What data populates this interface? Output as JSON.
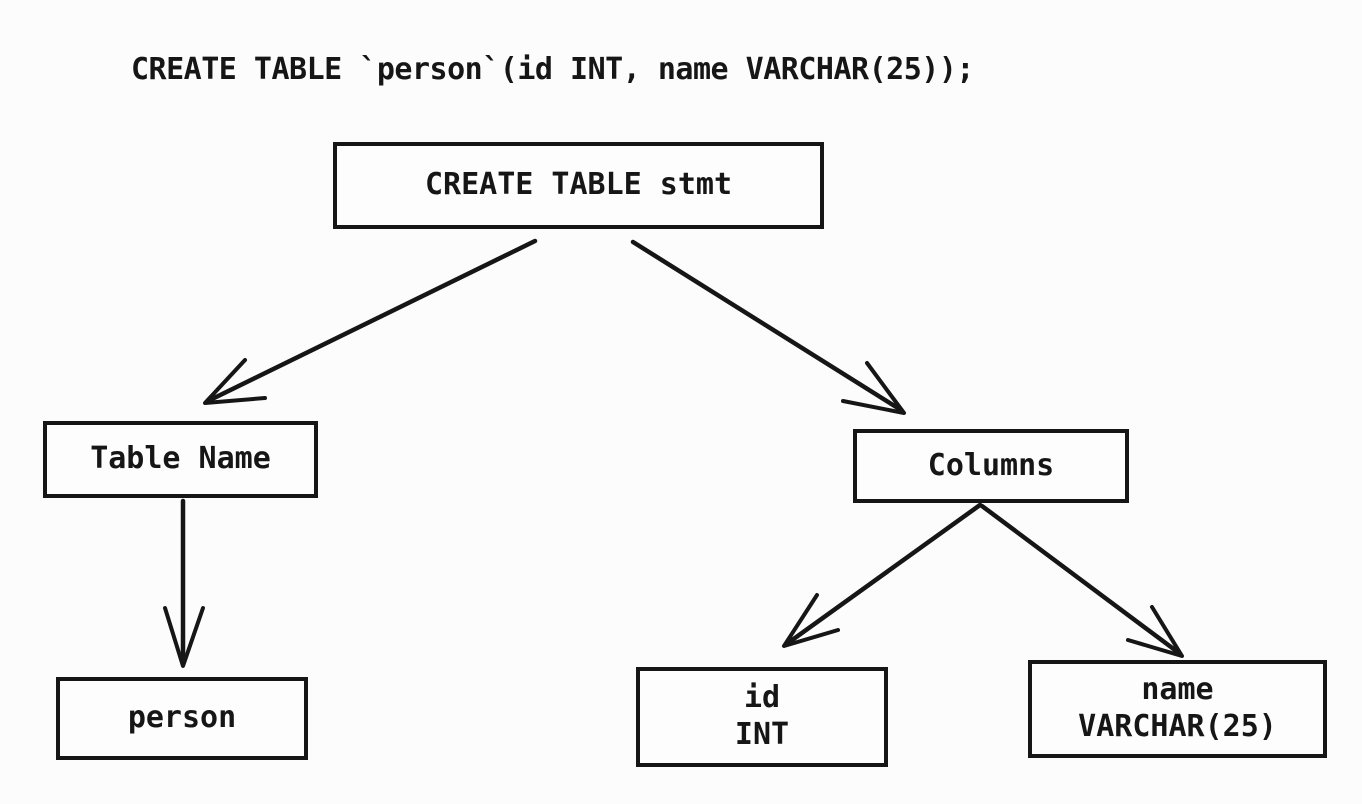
{
  "statement": "CREATE TABLE `person`(id INT, name VARCHAR(25));",
  "tree": {
    "root": {
      "label": "CREATE TABLE stmt"
    },
    "table_name": {
      "label": "Table Name"
    },
    "columns": {
      "label": "Columns"
    },
    "person": {
      "label": "person"
    },
    "col_id": {
      "name": "id",
      "type": "INT"
    },
    "col_name": {
      "name": "name",
      "type": "VARCHAR(25)"
    },
    "edges": [
      {
        "from": "root",
        "to": "table_name"
      },
      {
        "from": "root",
        "to": "columns"
      },
      {
        "from": "table_name",
        "to": "person"
      },
      {
        "from": "columns",
        "to": "col_id"
      },
      {
        "from": "columns",
        "to": "col_name"
      }
    ]
  },
  "colors": {
    "ink": "#161616",
    "background": "#fcfcfc"
  }
}
